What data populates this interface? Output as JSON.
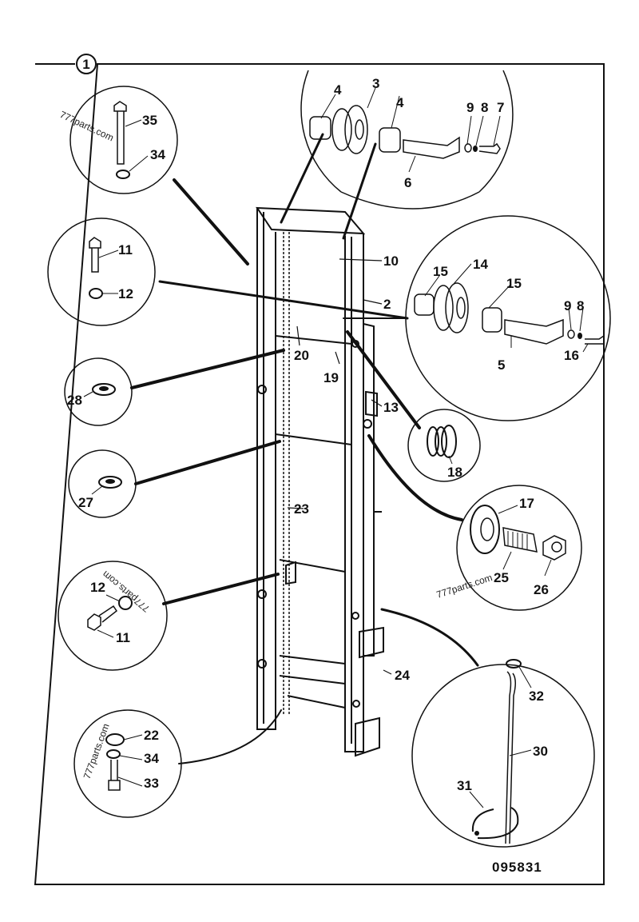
{
  "diagram": {
    "group_number": "1",
    "drawing_reference": "095831",
    "watermark": "777parts.com",
    "callouts": [
      {
        "id": "detail-bolt-35",
        "labels": [
          "35",
          "34"
        ]
      },
      {
        "id": "detail-top-pulley",
        "labels": [
          "4",
          "3",
          "4",
          "9",
          "8",
          "7",
          "6"
        ]
      },
      {
        "id": "detail-bolt-11",
        "labels": [
          "11",
          "12"
        ]
      },
      {
        "id": "detail-mid-pulley",
        "labels": [
          "15",
          "14",
          "15",
          "9",
          "8",
          "16",
          "5"
        ]
      },
      {
        "id": "detail-washer-28",
        "labels": [
          "28"
        ]
      },
      {
        "id": "detail-spring-18",
        "labels": [
          "18"
        ]
      },
      {
        "id": "detail-washer-27",
        "labels": [
          "27"
        ]
      },
      {
        "id": "detail-roller-17",
        "labels": [
          "17",
          "25",
          "26"
        ]
      },
      {
        "id": "detail-bolt-11-lower",
        "labels": [
          "12",
          "11"
        ]
      },
      {
        "id": "detail-bolt-33",
        "labels": [
          "22",
          "34",
          "33"
        ]
      },
      {
        "id": "detail-rod-30",
        "labels": [
          "32",
          "30",
          "31"
        ]
      }
    ],
    "frame_labels": [
      "10",
      "2",
      "20",
      "19",
      "13",
      "23",
      "24"
    ],
    "labels": {
      "d35_35": "35",
      "d35_34": "34",
      "tp_4a": "4",
      "tp_3": "3",
      "tp_4b": "4",
      "tp_9": "9",
      "tp_8": "8",
      "tp_7": "7",
      "tp_6": "6",
      "b11_11": "11",
      "b11_12": "12",
      "mp_15a": "15",
      "mp_14": "14",
      "mp_15b": "15",
      "mp_9": "9",
      "mp_8": "8",
      "mp_16": "16",
      "mp_5": "5",
      "w28": "28",
      "s18": "18",
      "w27": "27",
      "r17": "17",
      "r25": "25",
      "r26": "26",
      "lb_12": "12",
      "lb_11": "11",
      "b33_22": "22",
      "b33_34": "34",
      "b33_33": "33",
      "rod_32": "32",
      "rod_30": "30",
      "rod_31": "31",
      "f10": "10",
      "f2": "2",
      "f20": "20",
      "f19": "19",
      "f13": "13",
      "f23": "23",
      "f24": "24"
    }
  }
}
